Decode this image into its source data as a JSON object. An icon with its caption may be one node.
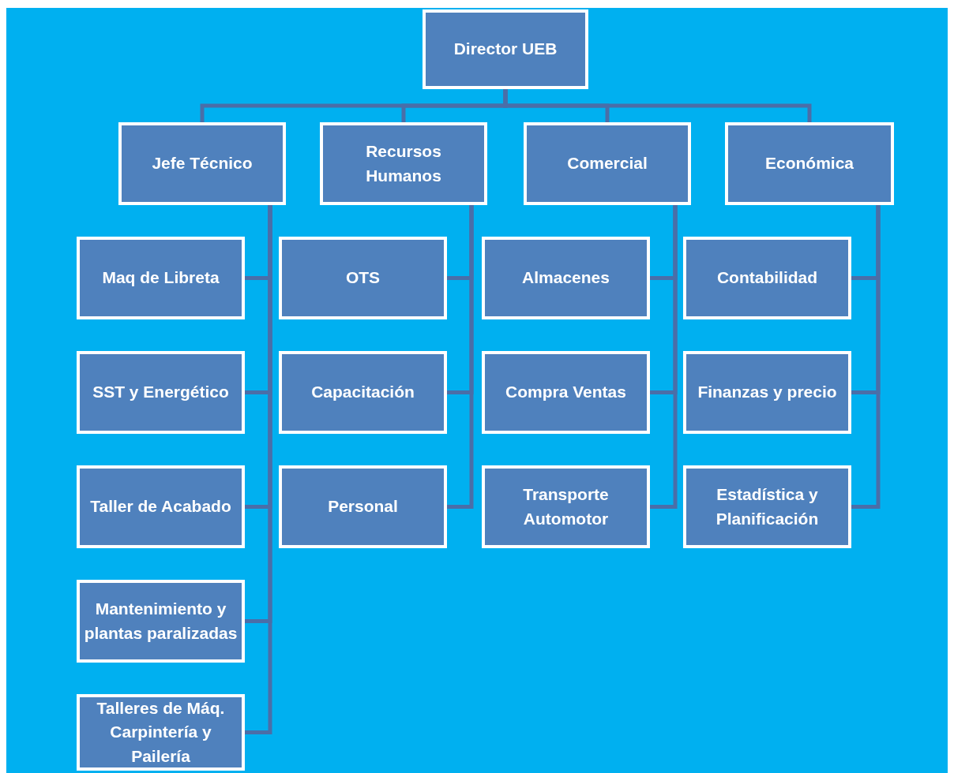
{
  "diagram": {
    "nodes": [
      {
        "text": [
          "Director UEB"
        ]
      },
      {
        "text": [
          "Jefe Técnico"
        ]
      },
      {
        "text": [
          "Recursos Humanos"
        ]
      },
      {
        "text": [
          "Comercial"
        ]
      },
      {
        "text": [
          "Económica"
        ]
      },
      {
        "text": [
          "Maq de Libreta"
        ]
      },
      {
        "text": [
          "SST y Energético"
        ]
      },
      {
        "text": [
          "Taller de Acabado"
        ]
      },
      {
        "text": [
          "Mantenimiento y plantas paralizadas"
        ]
      },
      {
        "text": [
          "Talleres de Máq. Carpintería y Pailería"
        ]
      },
      {
        "text": [
          "OTS"
        ]
      },
      {
        "text": [
          "Capacitación"
        ]
      },
      {
        "text": [
          "Personal"
        ]
      },
      {
        "text": [
          "Almacenes"
        ]
      },
      {
        "text": [
          "Compra Ventas"
        ]
      },
      {
        "text": [
          "Transporte Automotor"
        ]
      },
      {
        "text": [
          "Contabilidad"
        ]
      },
      {
        "text": [
          "Finanzas y precio"
        ]
      },
      {
        "text": [
          "Estadística y Planificación"
        ]
      }
    ],
    "edges": [
      {
        "from": 0,
        "to": 1,
        "arrow": "none"
      },
      {
        "from": 0,
        "to": 2,
        "arrow": "none"
      },
      {
        "from": 0,
        "to": 3,
        "arrow": "none"
      },
      {
        "from": 0,
        "to": 4,
        "arrow": "none"
      },
      {
        "from": 1,
        "to": 5,
        "arrow": "none"
      },
      {
        "from": 1,
        "to": 6,
        "arrow": "none"
      },
      {
        "from": 1,
        "to": 7,
        "arrow": "none"
      },
      {
        "from": 1,
        "to": 8,
        "arrow": "none"
      },
      {
        "from": 1,
        "to": 9,
        "arrow": "none"
      },
      {
        "from": 2,
        "to": 10,
        "arrow": "none"
      },
      {
        "from": 2,
        "to": 11,
        "arrow": "none"
      },
      {
        "from": 2,
        "to": 12,
        "arrow": "none"
      },
      {
        "from": 3,
        "to": 13,
        "arrow": "none"
      },
      {
        "from": 3,
        "to": 14,
        "arrow": "none"
      },
      {
        "from": 3,
        "to": 15,
        "arrow": "none"
      },
      {
        "from": 4,
        "to": 16,
        "arrow": "none"
      },
      {
        "from": 4,
        "to": 17,
        "arrow": "none"
      },
      {
        "from": 4,
        "to": 18,
        "arrow": "none"
      }
    ]
  }
}
